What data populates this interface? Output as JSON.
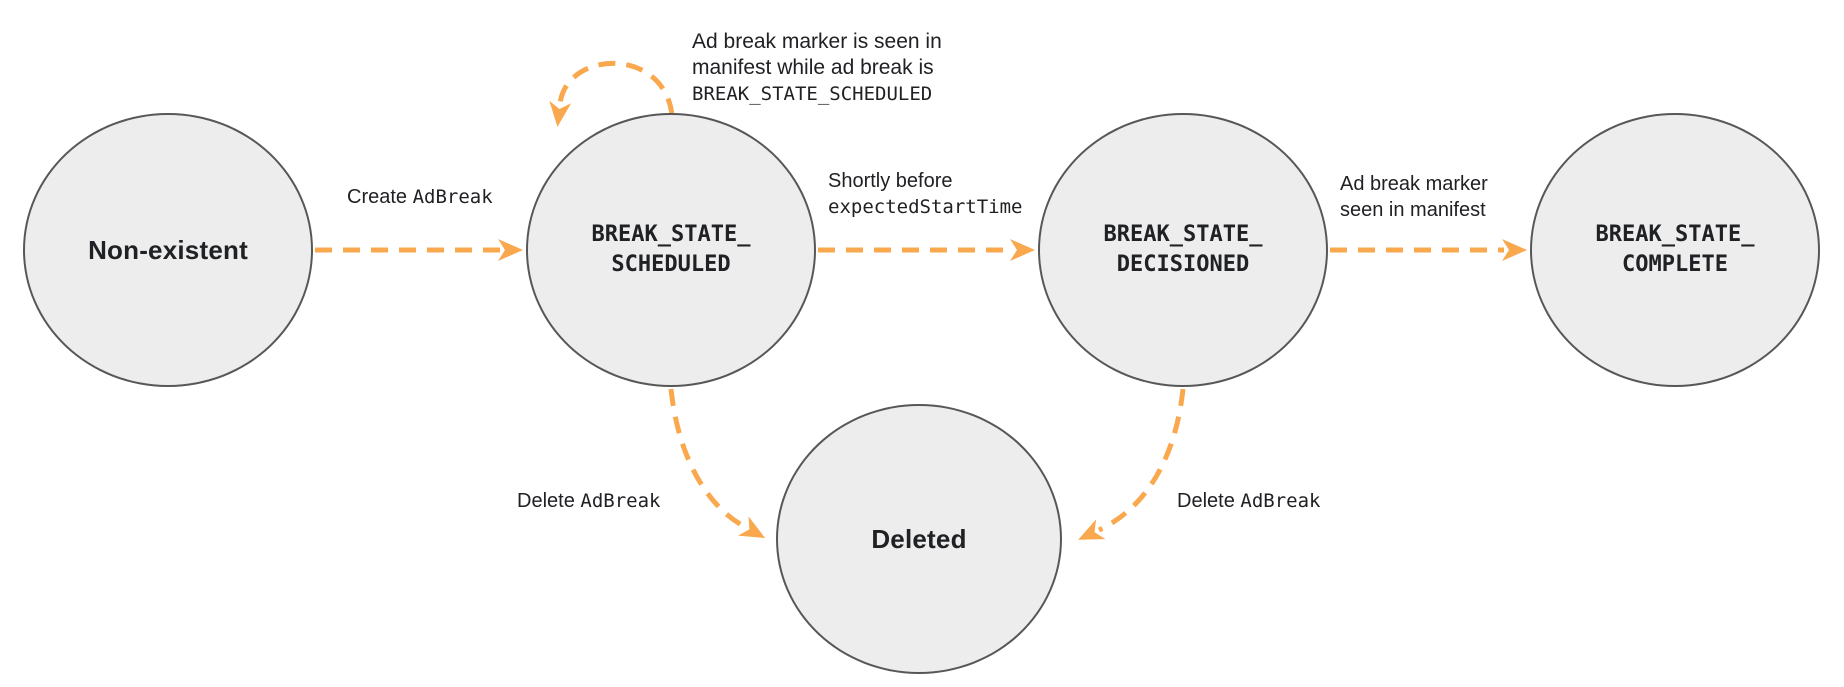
{
  "colors": {
    "arrow": "#F9A84D",
    "node_fill": "#EDEDED",
    "node_border": "#575757",
    "text": "#202124"
  },
  "nodes": {
    "non_existent": {
      "label": "Non-existent"
    },
    "scheduled": {
      "line1": "BREAK_STATE_",
      "line2": "SCHEDULED"
    },
    "decisioned": {
      "line1": "BREAK_STATE_",
      "line2": "DECISIONED"
    },
    "complete": {
      "line1": "BREAK_STATE_",
      "line2": "COMPLETE"
    },
    "deleted": {
      "label": "Deleted"
    }
  },
  "edges": {
    "create": {
      "plain": "Create ",
      "code": "AdBreak"
    },
    "self_loop": {
      "line1": "Ad break marker is seen in",
      "line2": "manifest while ad break is",
      "code": "BREAK_STATE_SCHEDULED"
    },
    "to_decisioned": {
      "plain": "Shortly before",
      "code": "expectedStartTime"
    },
    "to_complete": {
      "line1": "Ad break marker",
      "line2": "seen in manifest"
    },
    "delete_from_scheduled": {
      "plain": "Delete ",
      "code": "AdBreak"
    },
    "delete_from_decisioned": {
      "plain": "Delete ",
      "code": "AdBreak"
    }
  }
}
